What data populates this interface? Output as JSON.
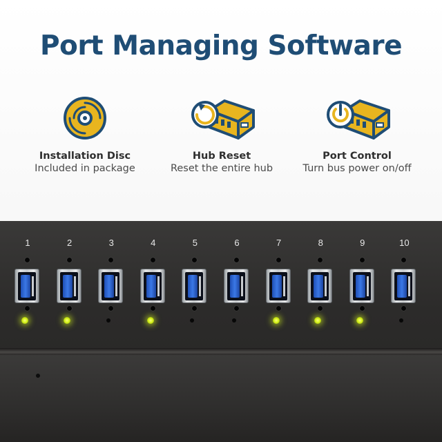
{
  "title": "Port Managing Software",
  "colors": {
    "title": "#1f4d75",
    "icon_yellow": "#e8b51f",
    "icon_navy": "#1f4d75",
    "led_on": "#d6f21b",
    "usb_blue": "#2f6bd8"
  },
  "features": [
    {
      "icon": "installation-disc-icon",
      "title": "Installation Disc",
      "subtitle": "Included in package"
    },
    {
      "icon": "hub-reset-icon",
      "title": "Hub Reset",
      "subtitle": "Reset the entire hub"
    },
    {
      "icon": "port-control-icon",
      "title": "Port Control",
      "subtitle": "Turn bus power on/off"
    }
  ],
  "ports": [
    {
      "label": "1",
      "led_on": true
    },
    {
      "label": "2",
      "led_on": true
    },
    {
      "label": "3",
      "led_on": false
    },
    {
      "label": "4",
      "led_on": true
    },
    {
      "label": "5",
      "led_on": false
    },
    {
      "label": "6",
      "led_on": false
    },
    {
      "label": "7",
      "led_on": true
    },
    {
      "label": "8",
      "led_on": true
    },
    {
      "label": "9",
      "led_on": true
    },
    {
      "label": "10",
      "led_on": false
    }
  ]
}
